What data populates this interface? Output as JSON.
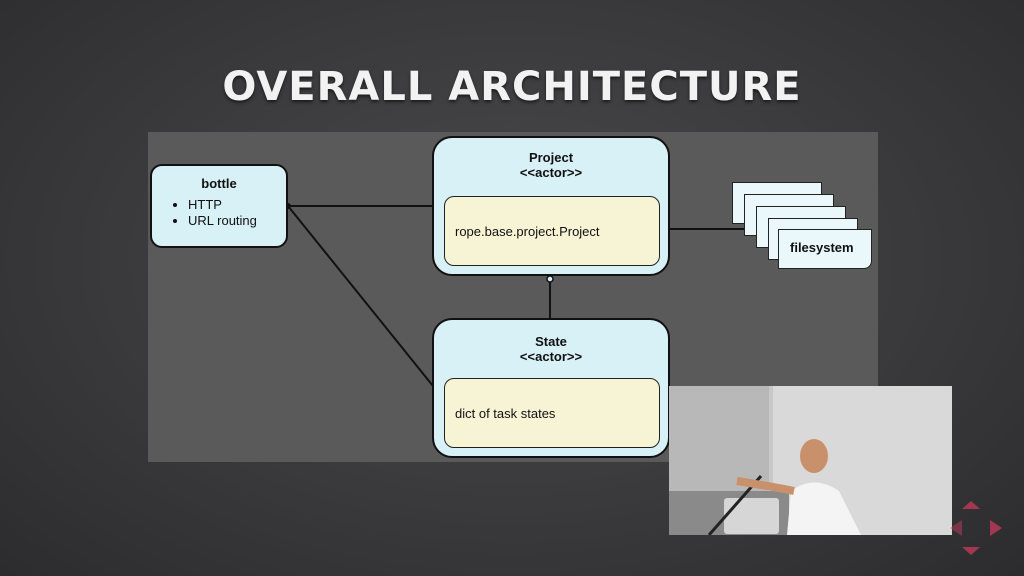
{
  "slide": {
    "title": "OVERALL ARCHITECTURE"
  },
  "diagram": {
    "bottle": {
      "title": "bottle",
      "items": [
        "HTTP",
        "URL routing"
      ]
    },
    "project": {
      "title": "Project",
      "stereotype": "<<actor>>",
      "content": "rope.base.project.Project"
    },
    "state": {
      "title": "State",
      "stereotype": "<<actor>>",
      "content": "dict of task states"
    },
    "filesystem": {
      "label": "filesystem"
    }
  },
  "colors": {
    "actor_fill": "#d7f1f7",
    "inner_fill": "#f7f4d6",
    "nav_accent": "#c0395a"
  },
  "icons": [
    "bullet-icon",
    "arrowhead-icon",
    "nav-arrows-icon"
  ]
}
